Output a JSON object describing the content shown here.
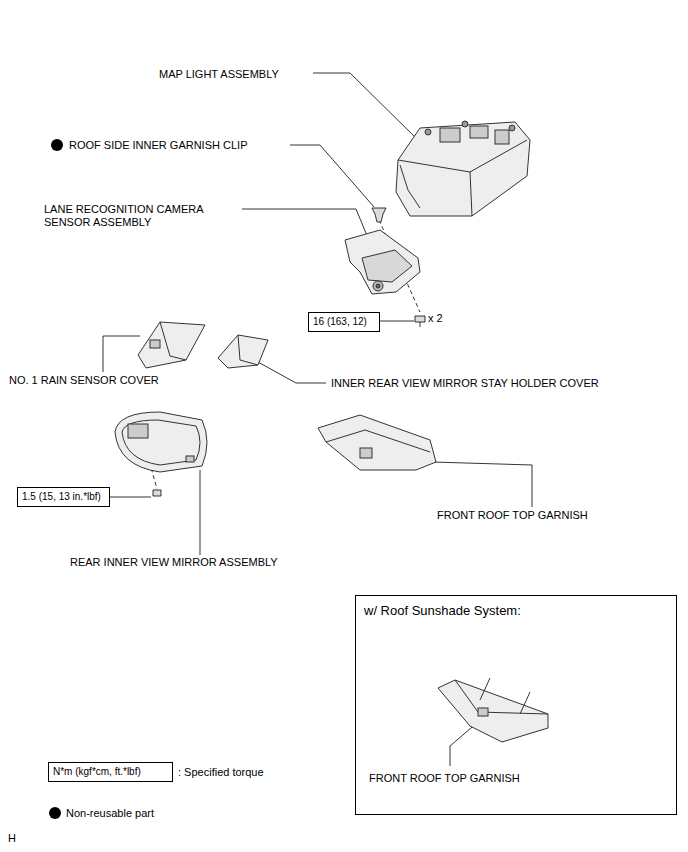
{
  "diagram": {
    "nodes": [
      {
        "text": [
          "16 (163, 12)"
        ]
      },
      {
        "text": [
          "1.5 (15, 13 in.*lbf)"
        ]
      },
      {
        "text": [
          "w/ Roof Sunshade System:",
          "FRONT ROOF TOP GARNISH"
        ]
      },
      {
        "text": [
          "N*m (kgf*cm, ft.*lbf)"
        ]
      }
    ],
    "labels": [
      "MAP LIGHT ASSEMBLY",
      "ROOF SIDE INNER GARNISH CLIP",
      "LANE RECOGNITION CAMERA SENSOR ASSEMBLY",
      "x 2",
      "NO. 1 RAIN SENSOR COVER",
      "INNER REAR VIEW MIRROR STAY HOLDER COVER",
      "FRONT ROOF TOP GARNISH",
      "REAR INNER VIEW MIRROR ASSEMBLY",
      "H"
    ],
    "legend": [
      {
        "text": ": Specified torque"
      },
      {
        "text": "Non-reusable part",
        "color": "#000000"
      }
    ]
  }
}
